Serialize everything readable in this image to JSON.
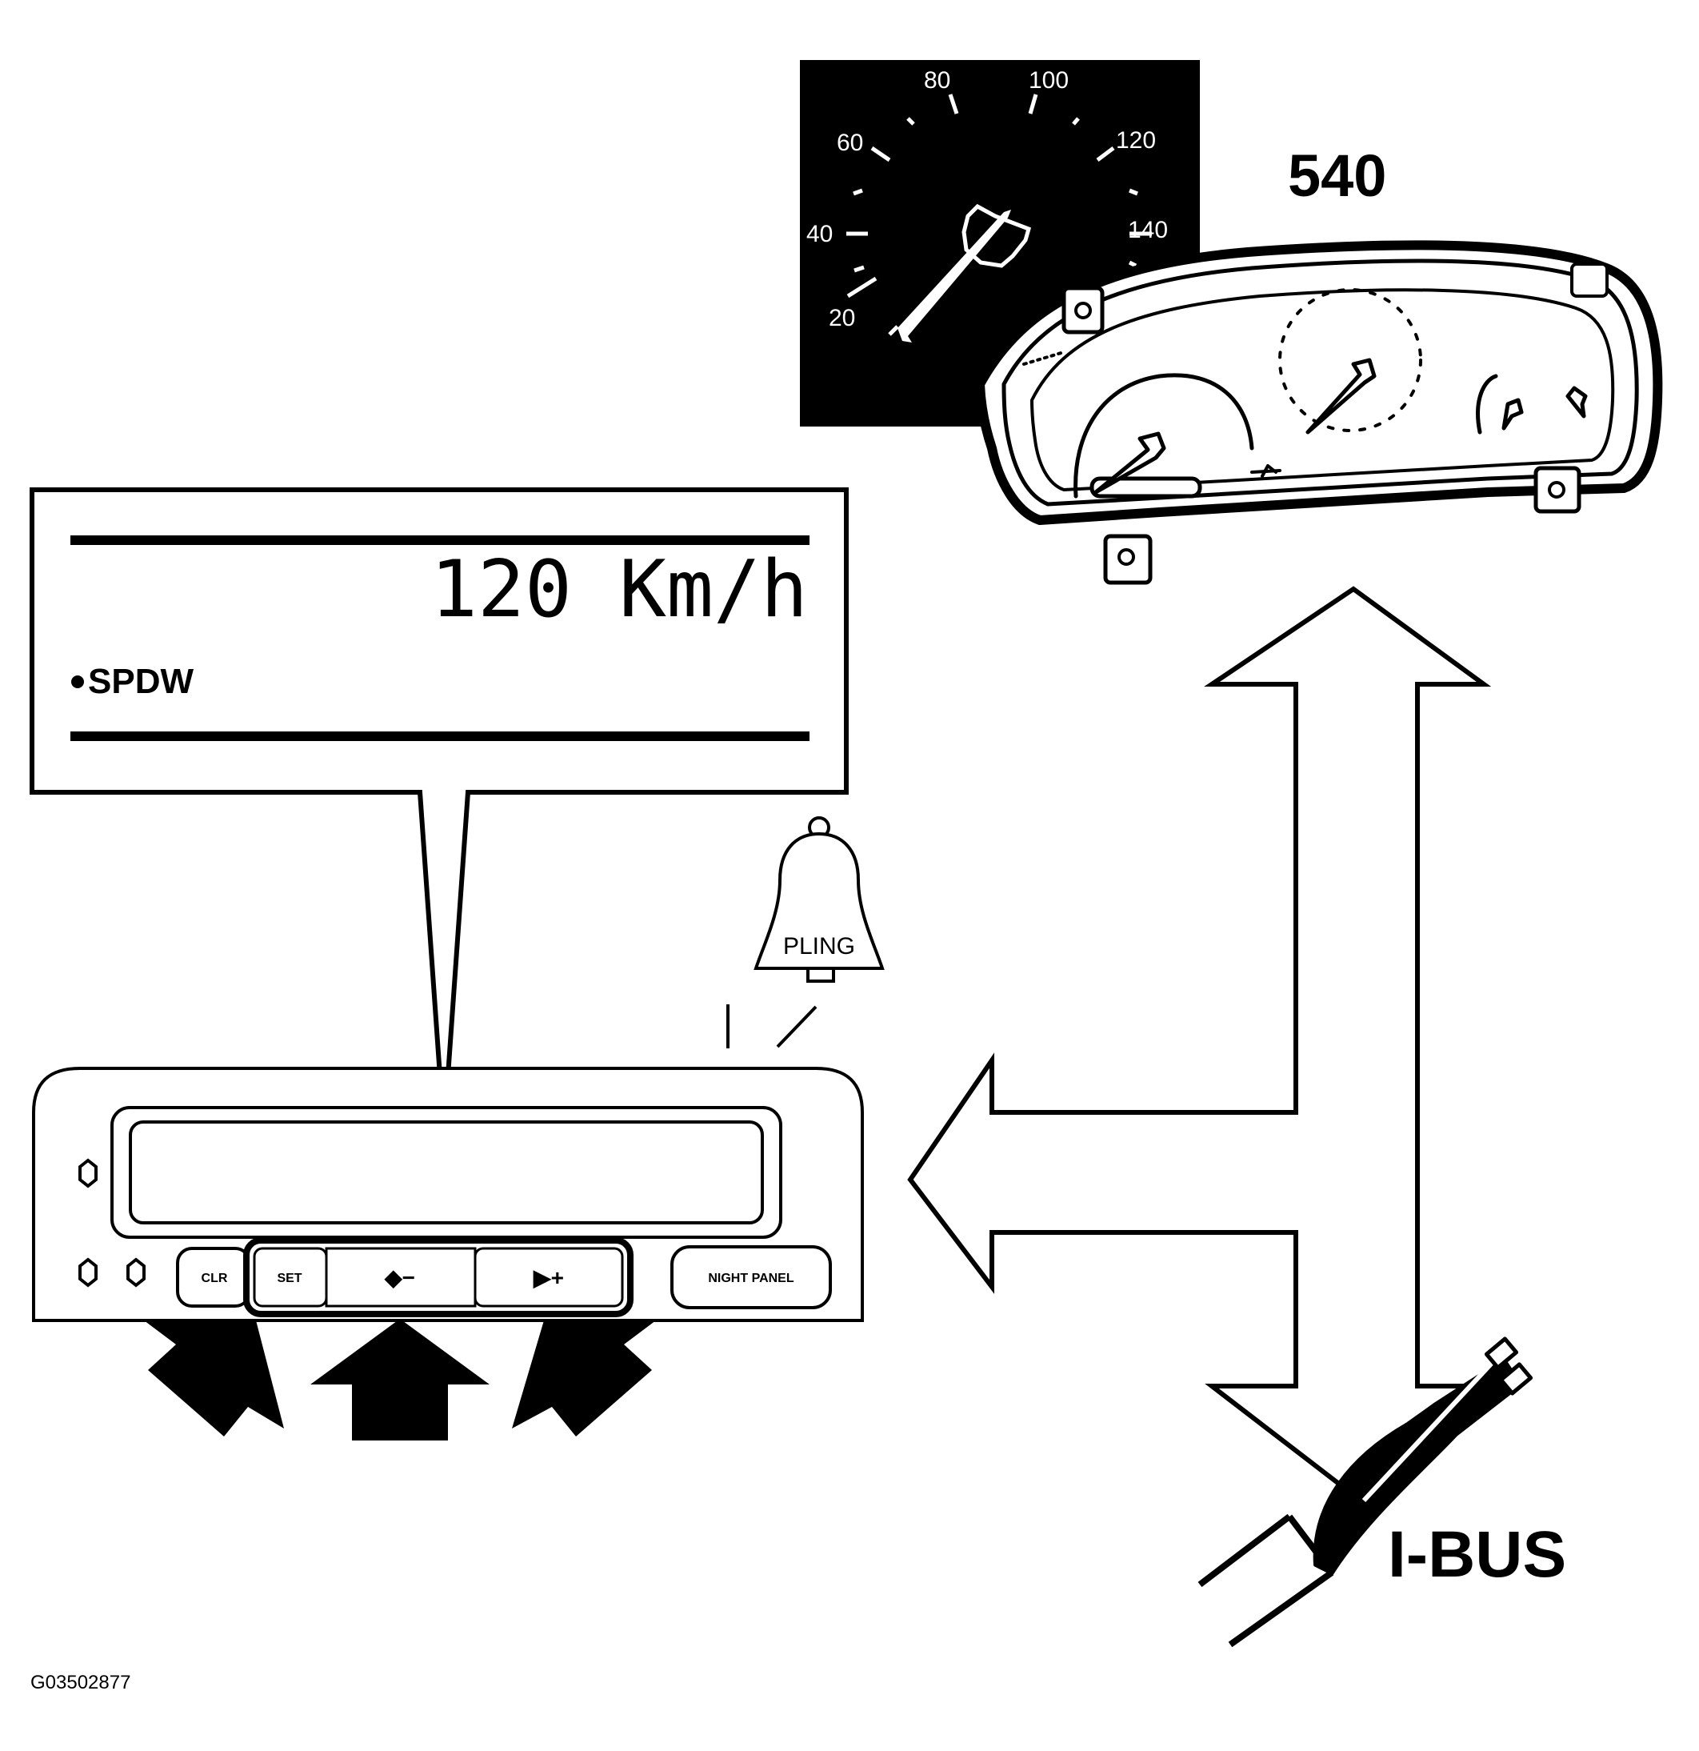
{
  "speedometer": {
    "scale_labels": [
      "20",
      "40",
      "60",
      "80",
      "100",
      "120",
      "140"
    ],
    "background_color": "#000000",
    "foreground_color": "#ffffff"
  },
  "cluster": {
    "model_label": "540"
  },
  "display": {
    "speed_readout": "120 Km/h",
    "mode_label": "SPDW"
  },
  "chime": {
    "label": "PLING"
  },
  "control_panel": {
    "buttons": {
      "clr": "CLR",
      "set": "SET",
      "minus": "◆−",
      "plus": "▶+",
      "night_panel": "NIGHT PANEL"
    }
  },
  "bus": {
    "label": "I-BUS"
  },
  "figure_id": "G03502877"
}
